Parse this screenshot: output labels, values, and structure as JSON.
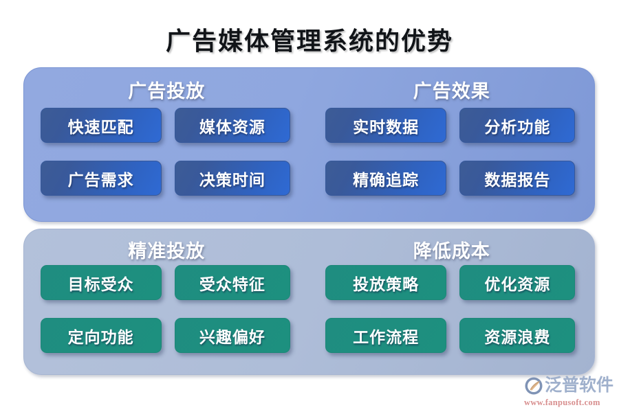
{
  "page": {
    "title": "广告媒体管理系统的优势",
    "background_color": "#ffffff"
  },
  "colors": {
    "title_text": "#111418",
    "panel_top_bg": "#8fa8de",
    "panel_bottom_bg": "#aebdd8",
    "card_blue_start": "#3d5c96",
    "card_blue_end": "#2f6ad4",
    "card_green": "#1f8f7f",
    "heading_text": "#ffffff",
    "logo_text": "#9fb0cc",
    "logo_url_text": "#d88f8f"
  },
  "panels": [
    {
      "id": "panel-advertising",
      "style": "blue",
      "groups": [
        {
          "id": "group-ad-delivery",
          "heading": "广告投放",
          "cards": [
            {
              "label": "快速匹配"
            },
            {
              "label": "媒体资源"
            },
            {
              "label": "广告需求"
            },
            {
              "label": "决策时间"
            }
          ]
        },
        {
          "id": "group-ad-effect",
          "heading": "广告效果",
          "cards": [
            {
              "label": "实时数据"
            },
            {
              "label": "分析功能"
            },
            {
              "label": "精确追踪"
            },
            {
              "label": "数据报告"
            }
          ]
        }
      ]
    },
    {
      "id": "panel-targeting",
      "style": "green",
      "groups": [
        {
          "id": "group-precise-delivery",
          "heading": "精准投放",
          "cards": [
            {
              "label": "目标受众"
            },
            {
              "label": "受众特征"
            },
            {
              "label": "定向功能"
            },
            {
              "label": "兴趣偏好"
            }
          ]
        },
        {
          "id": "group-cost-reduction",
          "heading": "降低成本",
          "cards": [
            {
              "label": "投放策略"
            },
            {
              "label": "优化资源"
            },
            {
              "label": "工作流程"
            },
            {
              "label": "资源浪费"
            }
          ]
        }
      ]
    }
  ],
  "logo": {
    "icon": "fanpu-swoosh-icon",
    "name": "泛普软件",
    "url": "www.fanpusoft.com"
  }
}
